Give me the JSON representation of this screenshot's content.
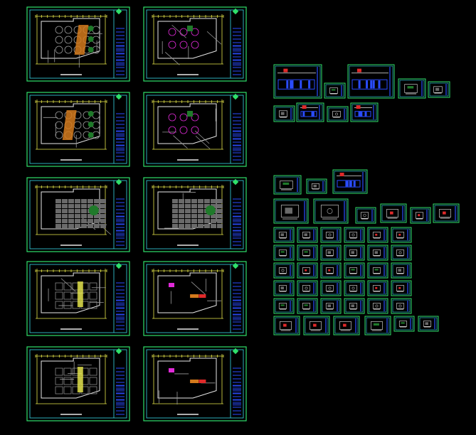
{
  "canvas": {
    "background": "#000000"
  },
  "colors": {
    "frame_green": "#2fe06a",
    "inner_cyan": "#38d8e8",
    "yellow": "#e8e84a",
    "blue": "#2a4cff",
    "white": "#e8e8e8",
    "gray": "#9a9a9a",
    "dark_green": "#1f7a2a",
    "orange": "#d47a1c",
    "magenta": "#e02ad8",
    "red": "#e02a2a",
    "tile_gray": "#6a6a6a"
  },
  "icons": {
    "title_block_marker": "green-diamond-icon"
  },
  "groups": {
    "floor_plans": "large-floor-plan-sheets",
    "elevations": "elevation-detail-sheets",
    "details": "small-detail-thumbnails"
  }
}
